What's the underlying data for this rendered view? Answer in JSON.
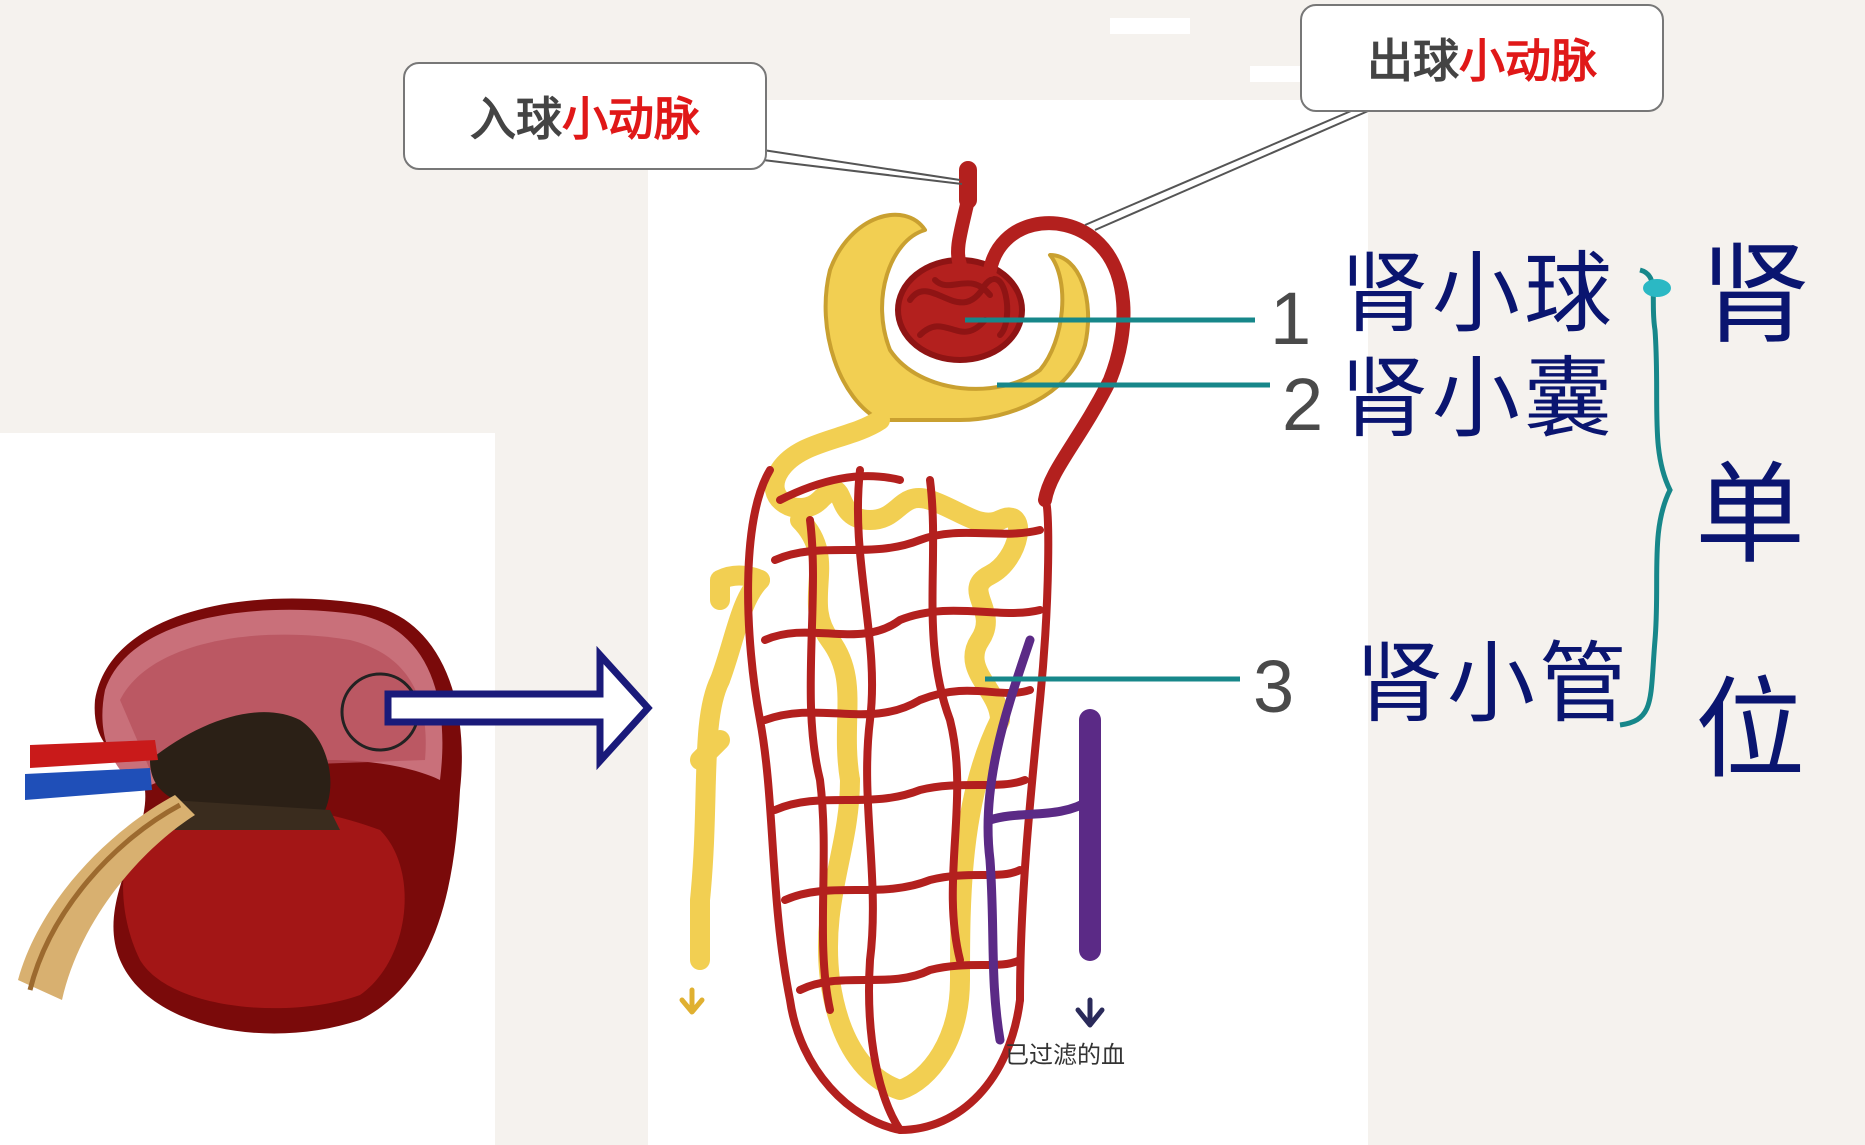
{
  "callouts": {
    "afferent": {
      "prefix": "入球",
      "highlight": "小动脉"
    },
    "efferent": {
      "prefix": "出球",
      "highlight": "小动脉"
    }
  },
  "labels": [
    {
      "number": "1",
      "term": "肾小球"
    },
    {
      "number": "2",
      "term": "肾小囊"
    },
    {
      "number": "3",
      "term": "肾小管"
    }
  ],
  "unit": {
    "chars": [
      "肾",
      "单",
      "位"
    ]
  },
  "figure_caption": "已过滤的血",
  "colors": {
    "term_text": "#0a1570",
    "highlight": "#e01818",
    "leader_line": "#17878a",
    "arrow": "#1a1a7a",
    "vessel_red": "#b3201e",
    "vessel_purple": "#5b2a86",
    "tubule_yellow": "#f2cf52"
  }
}
